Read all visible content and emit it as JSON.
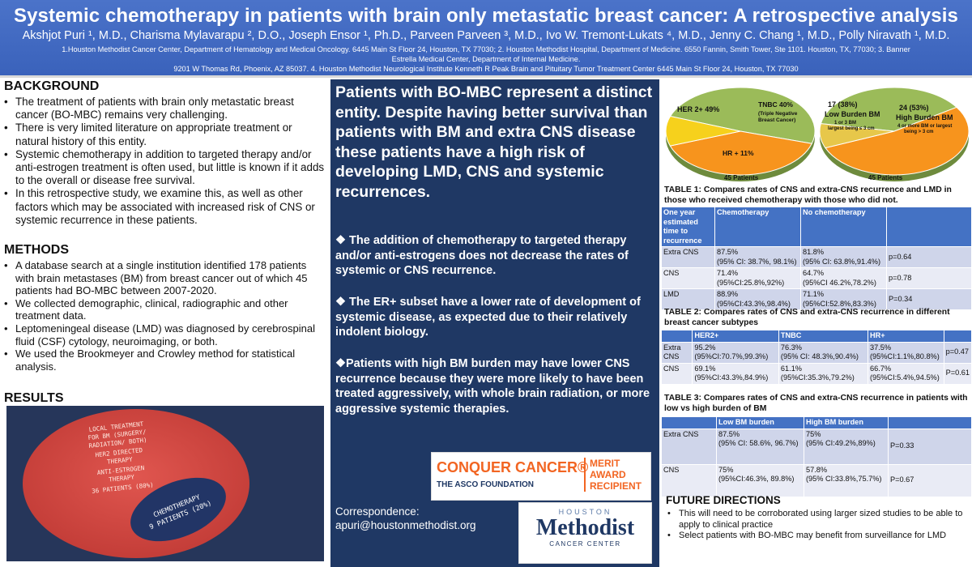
{
  "header": {
    "title": "Systemic chemotherapy in patients with brain only metastatic breast cancer: A retrospective analysis",
    "authors": "Akshjot Puri ¹, M.D., Charisma Mylavarapu ², D.O., Joseph Ensor ¹, Ph.D., Parveen Parveen ³, M.D., Ivo W. Tremont-Lukats ⁴, M.D., Jenny C. Chang ¹, M.D., Polly Niravath ¹, M.D.",
    "affiliations_1": "1.Houston Methodist Cancer Center, Department of Hematology and Medical Oncology. 6445 Main St Floor 24, Houston, TX 77030; 2. Houston Methodist Hospital, Department of Medicine. 6550 Fannin, Smith Tower, Ste 1101. Houston, TX, 77030; 3. Banner Estrella Medical Center, Department of Internal Medicine.",
    "affiliations_2": "9201 W Thomas Rd, Phoenix, AZ 85037. 4. Houston Methodist Neurological Institute Kenneth R Peak Brain and Pituitary Tumor Treatment Center 6445 Main St Floor 24, Houston, TX 77030"
  },
  "background": {
    "heading": "BACKGROUND",
    "items": [
      "The treatment of patients with brain only metastatic breast cancer (BO-MBC) remains very challenging.",
      "There is very limited literature on appropriate treatment or natural history of this entity.",
      "Systemic chemotherapy in addition to targeted therapy and/or anti-estrogen treatment is often used, but little is known if it adds to the overall or disease free survival.",
      "In this retrospective study, we examine this, as well as other factors which may be associated with increased risk of CNS or systemic recurrence in these patients."
    ]
  },
  "methods": {
    "heading": "METHODS",
    "items": [
      "A database search at a single institution identified 178 patients with brain metastases (BM) from breast cancer out of which 45 patients had BO-MBC between 2007-2020.",
      "We collected demographic, clinical, radiographic and other treatment data.",
      "Leptomeningeal disease (LMD) was diagnosed by cerebrospinal fluid (CSF) cytology, neuroimaging, or both.",
      "We used the Brookmeyer and Crowley method for statistical analysis."
    ]
  },
  "results": {
    "heading": "RESULTS",
    "venn_outer_lines": [
      "LOCAL TREATMENT",
      "FOR BM (SURGERY/",
      "RADIATION/ BOTH)",
      "HER2 DIRECTED",
      "THERAPY",
      "ANTI-ESTROGEN",
      "THERAPY",
      "36 PATIENTS (80%)"
    ],
    "venn_inner_lines": [
      "CHEMOTHERAPY",
      "9 PATIENTS (20%)"
    ],
    "venn_outer_value": 80,
    "venn_inner_value": 20
  },
  "middle": {
    "main": "Patients with BO-MBC represent a distinct entity. Despite having better survival than patients with BM and extra CNS disease these patients have a high risk of developing LMD, CNS and systemic recurrences.",
    "points": [
      "❖ The addition of chemotherapy to targeted therapy and/or anti-estrogens does not decrease the rates of systemic or CNS recurrence.",
      "❖ The ER+ subset have a lower rate of development of systemic disease, as expected due to their relatively indolent biology.",
      "❖Patients with high BM burden may have lower CNS recurrence because they were more likely to have been treated aggressively, with whole brain radiation, or more aggressive systemic therapies."
    ],
    "correspondence_label": "Correspondence:",
    "correspondence_email": "apuri@houstonmethodist.org",
    "logo_conquer": "CONQUER CANCER®",
    "logo_conquer_sub": "THE ASCO FOUNDATION",
    "logo_merit": "MERIT AWARD RECIPIENT",
    "logo_houston": "HOUSTON",
    "logo_methodist": "Methodist",
    "logo_cancer_center": "CANCER CENTER"
  },
  "pies": {
    "pie1": {
      "slices": [
        {
          "label": "HER 2+ 49%",
          "value": 49,
          "color": "#9bbb59"
        },
        {
          "label_lines": [
            "TNBC 40%",
            "(Triple Negative",
            "Breast Cancer)"
          ],
          "value": 40,
          "color": "#f7941d"
        },
        {
          "label": "HR + 11%",
          "value": 11,
          "color": "#f6d11c"
        }
      ],
      "caption": "45 Patients"
    },
    "pie2": {
      "slices": [
        {
          "label_lines": [
            "17 (38%)",
            "Low Burden BM",
            "1 or 3 BM",
            "largest being ≤ 3 cm"
          ],
          "value": 38,
          "color": "#9bbb59"
        },
        {
          "label_lines": [
            "24 (53%)",
            "High Burden BM",
            "4 or more BM or largest",
            "being > 3 cm"
          ],
          "value": 53,
          "color": "#f7941d"
        },
        {
          "value": 9,
          "color": "#e7c74a"
        }
      ],
      "caption": "45 Patients"
    }
  },
  "tables": {
    "t1": {
      "caption": "TABLE 1: Compares rates of CNS and extra-CNS recurrence and LMD in those who received chemotherapy with those who did not.",
      "header": [
        "One year estimated time to recurrence",
        "Chemotherapy",
        "No chemotherapy",
        ""
      ],
      "rows": [
        [
          "Extra CNS",
          "87.5%",
          "(95% CI: 38.7%, 98.1%)",
          "81.8%",
          "(95% CI: 63.8%,91.4%)",
          "p=0.64"
        ],
        [
          "CNS",
          "71.4%",
          "(95%CI:25.8%,92%)",
          "64.7%",
          "(95%CI 46.2%,78.2%)",
          "p=0.78"
        ],
        [
          "LMD",
          "88.9%",
          "(95%CI:43.3%,98.4%)",
          "71.1%",
          "(95%CI:52.8%,83.3%)",
          "P=0.34"
        ]
      ]
    },
    "t2": {
      "caption": "TABLE 2: Compares rates of CNS and extra-CNS recurrence in different breast cancer subtypes",
      "header": [
        "",
        "HER2+",
        "TNBC",
        "HR+",
        ""
      ],
      "rows": [
        [
          "Extra CNS",
          "95.2%",
          "(95%CI:70.7%,99.3%)",
          "76.3%",
          "(95% CI: 48.3%,90.4%)",
          "37.5%",
          "(95%CI:1.1%,80.8%)",
          "p=0.47"
        ],
        [
          "CNS",
          "69.1%",
          "(95%CI:43.3%,84.9%)",
          "61.1%",
          "(95%CI:35.3%,79.2%)",
          "66.7%",
          "(95%CI:5.4%,94.5%)",
          "P=0.61"
        ]
      ]
    },
    "t3": {
      "caption": "TABLE 3: Compares rates of CNS and extra-CNS recurrence in patients with low vs high burden of BM",
      "header": [
        "",
        "Low BM burden",
        "High BM burden",
        ""
      ],
      "rows": [
        [
          "Extra CNS",
          "87.5%",
          "(95% CI: 58.6%, 96.7%)",
          "75%",
          "(95% CI:49.2%,89%)",
          "P=0.33"
        ],
        [
          "CNS",
          "75%",
          "(95%CI:46.3%, 89.8%)",
          "57.8%",
          "(95% CI:33.8%,75.7%)",
          "P=0.67"
        ]
      ]
    }
  },
  "future": {
    "heading": "FUTURE DIRECTIONS",
    "items": [
      "This will need to be corroborated using larger sized studies to be able to apply to clinical practice",
      "Select patients with BO-MBC may benefit from surveillance for LMD"
    ]
  }
}
